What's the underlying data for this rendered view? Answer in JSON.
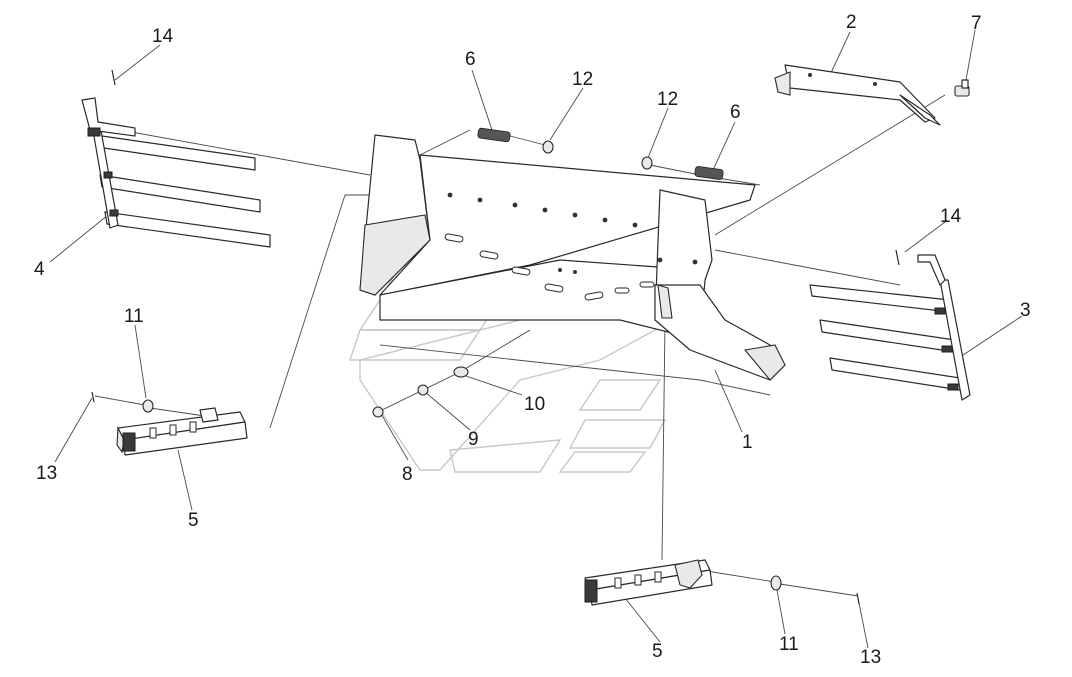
{
  "callouts": [
    {
      "id": "c1",
      "text": "1"
    },
    {
      "id": "c2",
      "text": "2"
    },
    {
      "id": "c3",
      "text": "3"
    },
    {
      "id": "c4",
      "text": "4"
    },
    {
      "id": "c5a",
      "text": "5"
    },
    {
      "id": "c5b",
      "text": "5"
    },
    {
      "id": "c6a",
      "text": "6"
    },
    {
      "id": "c6b",
      "text": "6"
    },
    {
      "id": "c7",
      "text": "7"
    },
    {
      "id": "c8",
      "text": "8"
    },
    {
      "id": "c9",
      "text": "9"
    },
    {
      "id": "c10",
      "text": "10"
    },
    {
      "id": "c11a",
      "text": "11"
    },
    {
      "id": "c11b",
      "text": "11"
    },
    {
      "id": "c12a",
      "text": "12"
    },
    {
      "id": "c12b",
      "text": "12"
    },
    {
      "id": "c13a",
      "text": "13"
    },
    {
      "id": "c13b",
      "text": "13"
    },
    {
      "id": "c14a",
      "text": "14"
    },
    {
      "id": "c14b",
      "text": "14"
    }
  ]
}
